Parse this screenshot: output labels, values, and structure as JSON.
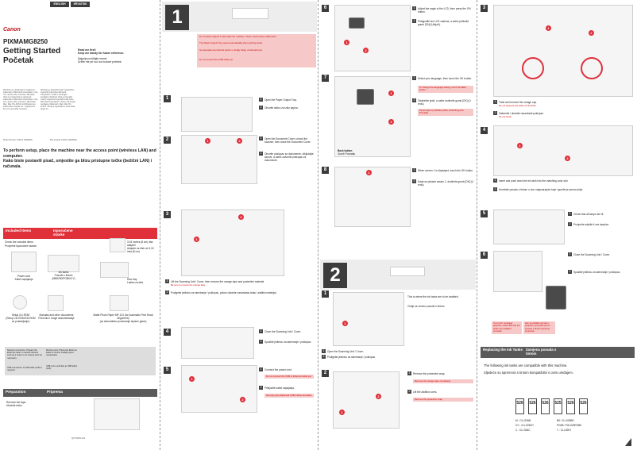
{
  "lang_tabs": [
    "ENGLISH",
    "HRVATSKI"
  ],
  "brand": {
    "logo": "Canon",
    "model_prefix": "PIXMA",
    "model": "MG8250"
  },
  "title": {
    "en": "Getting Started",
    "hr": "Početak"
  },
  "read_first": {
    "line1": "Read me first!",
    "line2": "Keep me handy for future reference.",
    "line3": "Najprije pročitajte mene!",
    "line4": "Držite me pri ruci za buduće potrebe."
  },
  "left_small": {
    "col1": "Windows is a trademark or registered trademark of Microsoft Corporation in the U.S. and/or other countries. Windows Vista is a trademark or registered trademark of Microsoft Corporation in the U.S. and/or other countries. Macintosh, Mac, Mac OS, AirPort and Bonjour are trademarks of Apple Inc., registered in the U.S. and other countries.",
    "col2": "Windows je trgovački znak ili registrirani trgovački znak tvrtke Microsoft Corporation u SAD-u i/ili drugim zemljama. Windows Vista je trgovački znak ili registrirani trgovački znak tvrtke Microsoft Corporation u SAD-u i/ili drugim zemljama. Macintosh, Mac, Mac OS, AirPort i Bonjour trgovački su znaci tvrtke Apple Inc.",
    "model_code1": "Model Number: K10371 (MG8250)",
    "model_code2": "Broj modela: K10371 (MG8250)"
  },
  "intro": {
    "en": "To perform setup, place the machine near the access point (wireless LAN) and computer.",
    "hr": "Kako biste postavili pisač, smjestite ga blizu pristupne točke (bežični LAN) i računala."
  },
  "included": {
    "header_en": "Included Items",
    "header_hr": "Isporučene stavke",
    "check": "Check the included items.",
    "check_hr": "Provjerite isporučene stavke.",
    "items": [
      {
        "label": "Power cord",
        "label_hr": "Kabel napajanja"
      },
      {
        "label": "Ink tanks",
        "label_hr": "Posude s tintom",
        "extra": "(MB8250/PGBK/CY)"
      },
      {
        "label": "Disc tray",
        "label_hr": "Ladica za disk"
      },
      {
        "label": "3.15 inches (8 cm) disc adapter",
        "label_hr": "Adapter za disk od 3,15 inča (8 cm)"
      },
      {
        "label": "Setup CD-ROM",
        "label_hr": "(Setup CD-ROM/CD-ROM za postavljanje)"
      },
      {
        "label": "Manuals and other documents",
        "label_hr": "Priručnici i druge dokumentacije"
      },
      {
        "label": "Matte Photo Paper MP-101 (for Automatic Print Head Alignment)",
        "label_hr": "(za automatsko poravnanje ispisne glave)"
      }
    ],
    "note_en": "Network connection: Prepare the Ethernet cable or network devices such as a router or an access point as necessary.",
    "note_hr": "Mrežna veza: Pripremite Ethernet kabel ili mrežne uređaje poput usmjerivača.",
    "usb_en": "USB connection: A USB cable (A-B) is required.",
    "usb_hr": "USB veza: potreban je USB kabel (A-B)."
  },
  "preparation": {
    "header_en": "Preparation",
    "header_hr": "Priprema",
    "text_en": "Remove the tape.",
    "text_hr": "Uklonite traku."
  },
  "footer_code": "QT5-5054-V01",
  "section1": {
    "num": "1",
    "warning_top": "Do not connect the USB cable yet.",
    "warning_main": "Do not allow objects to fall inside the machine. These could cause malfunction.",
    "warning_sub": "Ne dopustite da predmeti padnu u uređaj. Mogu uzrokovati kvar.",
    "warning_note": "The Paper Output Tray opens automatically when printing starts.",
    "steps": [
      {
        "num": "1",
        "en": "Open the Paper Output Tray.",
        "hr": "Otvorite ladicu za izlaz papira."
      },
      {
        "num": "2",
        "en": "Open the Document Cover, unlock the scanner, then close the Document Cover.",
        "hr": "Otvorite poklopac za dokumente, otključajte skener, a zatim zatvorite poklopac za dokumente."
      },
      {
        "num": "3",
        "en": "Lift the Scanning Unit / Cover, then remove the orange tape and protective material.",
        "hr": "Podignite jedinicu za skeniranje / poklopac, potom uklonite narančastu traku i zaštitni materijal."
      },
      {
        "num": "4",
        "en": "Close the Scanning Unit / Cover.",
        "hr": "Spustite jedinicu za skeniranje / poklopac."
      },
      {
        "num": "5",
        "en": "Connect the power cord.",
        "hr": "Priključite kabel napajanja."
      }
    ],
    "red_note_3": "Be sure to remove the orange tape.",
    "red_note_5": "Do not connect the USB or Ethernet cable yet.",
    "red_note_5b": "Nemojte još priključivati USB ili Ethernet kabel."
  },
  "col_mid": {
    "steps": [
      {
        "num": "6",
        "en": "Adjust the angle of the LCD, then press the ON button.",
        "hr": "Prilagodite kut LCD zaslona, a zatim pritisnite gumb [ON] (Uključi)."
      },
      {
        "num": "7",
        "en": "Select your language, then touch the OK button.",
        "hr": "Odaberite jezik, a zatim dodirnite gumb [OK] (U redu)."
      },
      {
        "num": "8",
        "en": "When screen 1 is displayed, touch the OK button.",
        "hr": "Kada se prikaže zaslon 1, dodirnite gumb [OK] (U redu)."
      }
    ],
    "red_note_7": "To change the language setting, touch the Back button.",
    "red_note_7b": "Za promjenu postavke jezika, dodirnite gumb Povratak.",
    "back_button": "Back button",
    "back_button_hr": "Gumb Povratak"
  },
  "section2": {
    "num": "2",
    "steps": [
      {
        "num": "1",
        "en": "Open the Scanning Unit / Cover.",
        "hr": "Podignite jedinicu za skeniranje / poklopac."
      },
      {
        "num": "2",
        "en": "Remove the protective wrap.",
        "hr": "Uklonite zaštitni omot."
      }
    ],
    "info": "This is where the ink tanks are to be installed.",
    "info_hr": "Ovdje se umeću posude s tintom.",
    "red_remove": "Remove the orange tape completely.",
    "red_remove2": "Remove the protective wrap.",
    "after": "Lift the addition ones.",
    "after_hr": "Podignite ostale."
  },
  "col_right": {
    "steps": [
      {
        "num": "3",
        "en": "Twist and remove the orange cap.",
        "hr": "Zakrenite i uklonite narančasti poklopac."
      },
      {
        "num": "4",
        "en": "Insert and push down the ink tank into the matching color slot.",
        "hr": "Umetnite posudu s tintom u utor odgovarajuće boje i gurnite je prema dolje."
      },
      {
        "num": "5",
        "en": "Check that all lamps are lit.",
        "hr": "Provjerite svijetle li sve lampice."
      },
      {
        "num": "6",
        "en": "Close the Scanning Unit / Cover.",
        "hr": "Spustite jedinicu za skeniranje / poklopac."
      }
    ],
    "red_3a": "Do not squeeze the sides of ink tanks.",
    "red_3b": "Do not touch.",
    "red_6a": "If an error message appears, check that the ink tanks are installed correctly.",
    "red_6b": "Ako se prikaže poruka o pogrešci, provjerite jesu li posude s tintom ispravno umetnute.",
    "replacing_header": "Replacing the Ink Tanks",
    "replacing_header_hr": "Zamjena posuda s tintom",
    "compat_en": "The following ink tanks are compatible with this machine.",
    "compat_hr": "Sljedeće su spremnici s tintom kompatibilni s ovim uređajem.",
    "cartridges": [
      "526",
      "526",
      "526",
      "525",
      "526",
      "526"
    ],
    "cart_labels": {
      "c1": "M : CLI-526M",
      "c2": "BK: CLI-526BK",
      "c3": "GY : CLI-526GY",
      "c4": "PGBK: PGI-525PGBK",
      "c5": "C : CLI-526C",
      "c6": "Y : CLI-526Y"
    }
  }
}
